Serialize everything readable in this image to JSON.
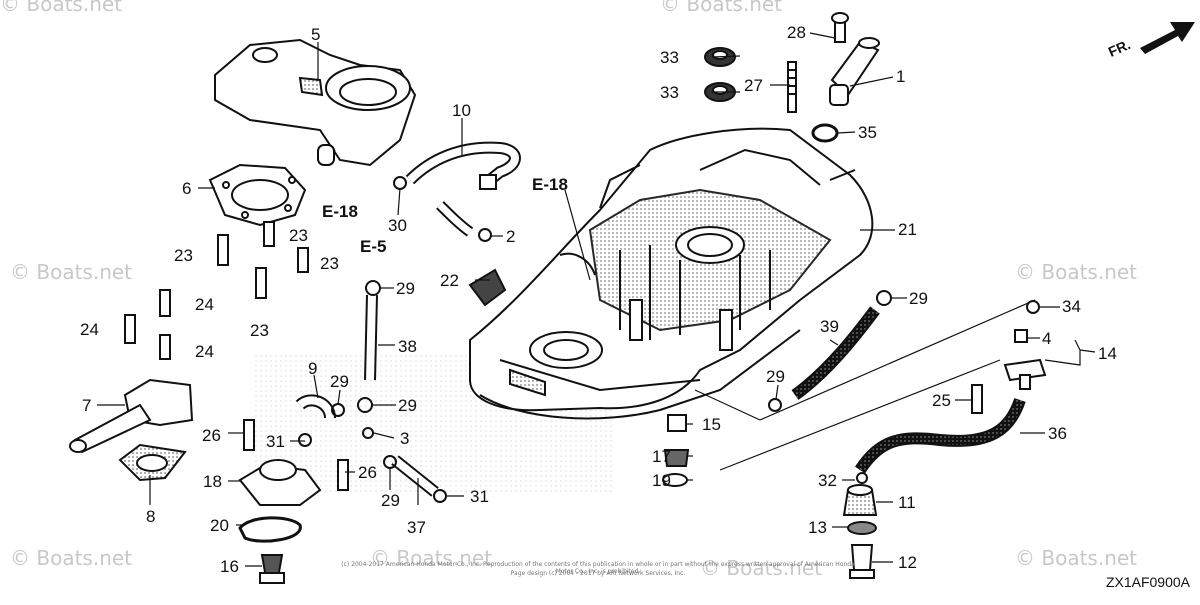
{
  "diagram": {
    "code": "ZX1AF0900A",
    "fr_label": "FR.",
    "watermark": "© Boats.net",
    "copyright_line1": "(c) 2004-2017 American Honda Motor Co., Inc. Reproduction of the contents of this publication in whole or in part without the express written approval of American Honda Motor Co., Inc. is prohibited.",
    "copyright_line2": "Page design (c) 2004 - 2017 by ARI Network Services, Inc.",
    "refs": {
      "e18_a": "E-18",
      "e18_b": "E-18",
      "e5": "E-5"
    },
    "labels": {
      "l28": "28",
      "l1": "1",
      "l33a": "33",
      "l33b": "33",
      "l27": "27",
      "l35": "35",
      "l5": "5",
      "l10": "10",
      "l6": "6",
      "l30": "30",
      "l2": "2",
      "l21": "21",
      "l23a": "23",
      "l23b": "23",
      "l23c": "23",
      "l23d": "23",
      "l22": "22",
      "l29a": "29",
      "l29b": "29",
      "l29c": "29",
      "l29d": "29",
      "l29e": "29",
      "l29f": "29",
      "l24a": "24",
      "l24b": "24",
      "l24c": "24",
      "l34": "34",
      "l4": "4",
      "l14": "14",
      "l39": "39",
      "l38": "38",
      "l9": "9",
      "l7": "7",
      "l25": "25",
      "l26a": "26",
      "l26b": "26",
      "l3": "3",
      "l15": "15",
      "l36": "36",
      "l31a": "31",
      "l31b": "31",
      "l17": "17",
      "l18": "18",
      "l19": "19",
      "l8": "8",
      "l32": "32",
      "l11": "11",
      "l37": "37",
      "l20": "20",
      "l13": "13",
      "l16": "16",
      "l12": "12"
    }
  }
}
